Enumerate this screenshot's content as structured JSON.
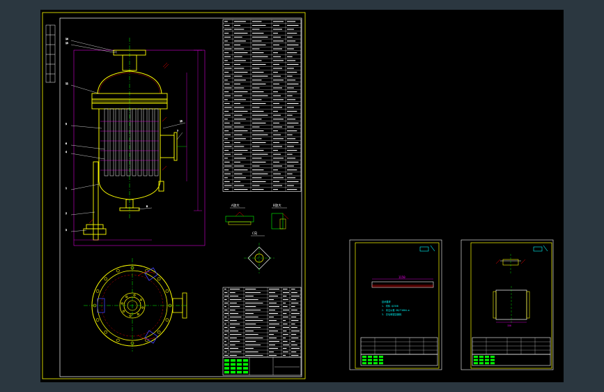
{
  "app": {
    "background_color": "#2b3740",
    "canvas_color": "#000000"
  },
  "colors": {
    "frame": "#ffff00",
    "outline": "#ffffff",
    "centerline": "#00ff00",
    "hatch": "#ff0000",
    "dimension": "#ff00ff",
    "vessel": "#ffff00",
    "baffle": "#00ffff",
    "title_block_green": "#00ff00",
    "note_cyan": "#00ffff"
  },
  "sheets": {
    "main": {
      "name": "main-drawing-sheet"
    },
    "detail1": {
      "name": "detail-sheet-baffle-plate"
    },
    "detail2": {
      "name": "detail-sheet-nozzle"
    }
  },
  "callouts": [
    "14",
    "13",
    "11",
    "5",
    "6",
    "4",
    "1",
    "2",
    "3",
    "15",
    "7",
    "8"
  ],
  "views": {
    "section_a": "A放大",
    "section_b": "B放大",
    "section_c": "C向"
  },
  "detail1": {
    "dimension": "1150",
    "note_lines": [
      "技术要求",
      "1. 材料 Q235B",
      "2. 未注公差 GB/T1804-m",
      "3. 去毛刺锐边倒钝"
    ]
  },
  "detail2": {
    "dimension": "150"
  }
}
